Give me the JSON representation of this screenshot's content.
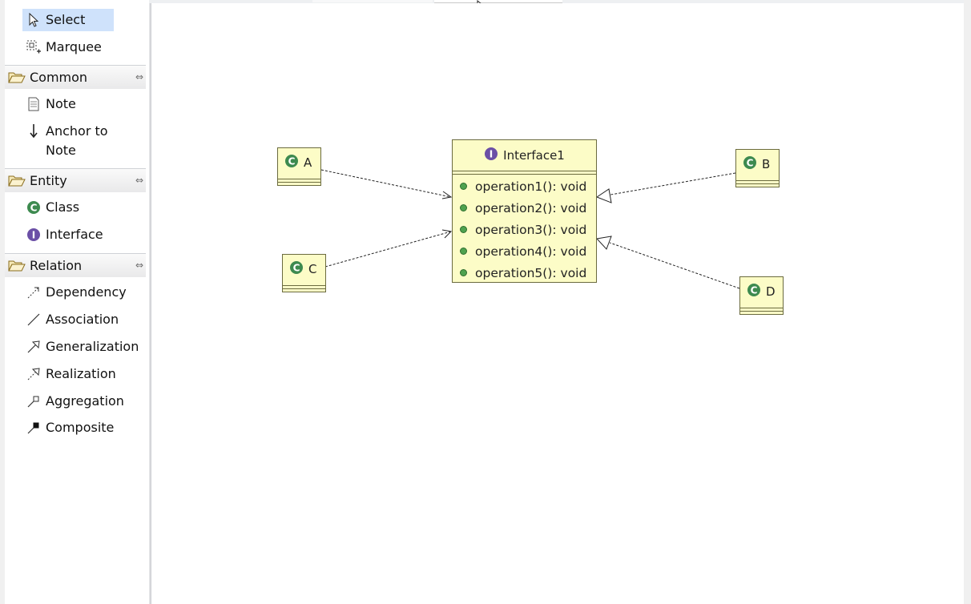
{
  "palette": {
    "tools": [
      {
        "label": "Select",
        "icon": "select-arrow-icon"
      },
      {
        "label": "Marquee",
        "icon": "marquee-icon"
      }
    ],
    "drawers": [
      {
        "label": "Common",
        "items": [
          {
            "label": "Note",
            "icon": "note-icon"
          },
          {
            "label": "Anchor to\nNote",
            "icon": "anchor-icon"
          }
        ]
      },
      {
        "label": "Entity",
        "items": [
          {
            "label": "Class",
            "icon": "class-icon"
          },
          {
            "label": "Interface",
            "icon": "interface-icon"
          }
        ]
      },
      {
        "label": "Relation",
        "items": [
          {
            "label": "Dependency",
            "icon": "dependency-icon"
          },
          {
            "label": "Association",
            "icon": "association-icon"
          },
          {
            "label": "Generalization",
            "icon": "generalization-icon"
          },
          {
            "label": "Realization",
            "icon": "realization-icon"
          },
          {
            "label": "Aggregation",
            "icon": "aggregation-icon"
          },
          {
            "label": "Composite",
            "icon": "composite-icon"
          }
        ]
      }
    ]
  },
  "diagram": {
    "interface": {
      "name": "Interface1",
      "operations": [
        "operation1(): void",
        "operation2(): void",
        "operation3(): void",
        "operation4(): void",
        "operation5(): void"
      ]
    },
    "classes": [
      {
        "name": "A"
      },
      {
        "name": "B"
      },
      {
        "name": "C"
      },
      {
        "name": "D"
      }
    ],
    "relations": [
      {
        "from": "A",
        "to": "Interface1",
        "type": "dependency"
      },
      {
        "from": "C",
        "to": "Interface1",
        "type": "dependency"
      },
      {
        "from": "B",
        "to": "Interface1",
        "type": "realization"
      },
      {
        "from": "D",
        "to": "Interface1",
        "type": "realization"
      }
    ]
  },
  "colors": {
    "class_fill": "#fcfcc7",
    "class_border": "#6b6b3f",
    "class_icon": "#3d8a4f",
    "interface_icon": "#6b4fa6",
    "operation_dot": "#4fa24f",
    "selected_tool_bg": "#cfe2fb"
  }
}
